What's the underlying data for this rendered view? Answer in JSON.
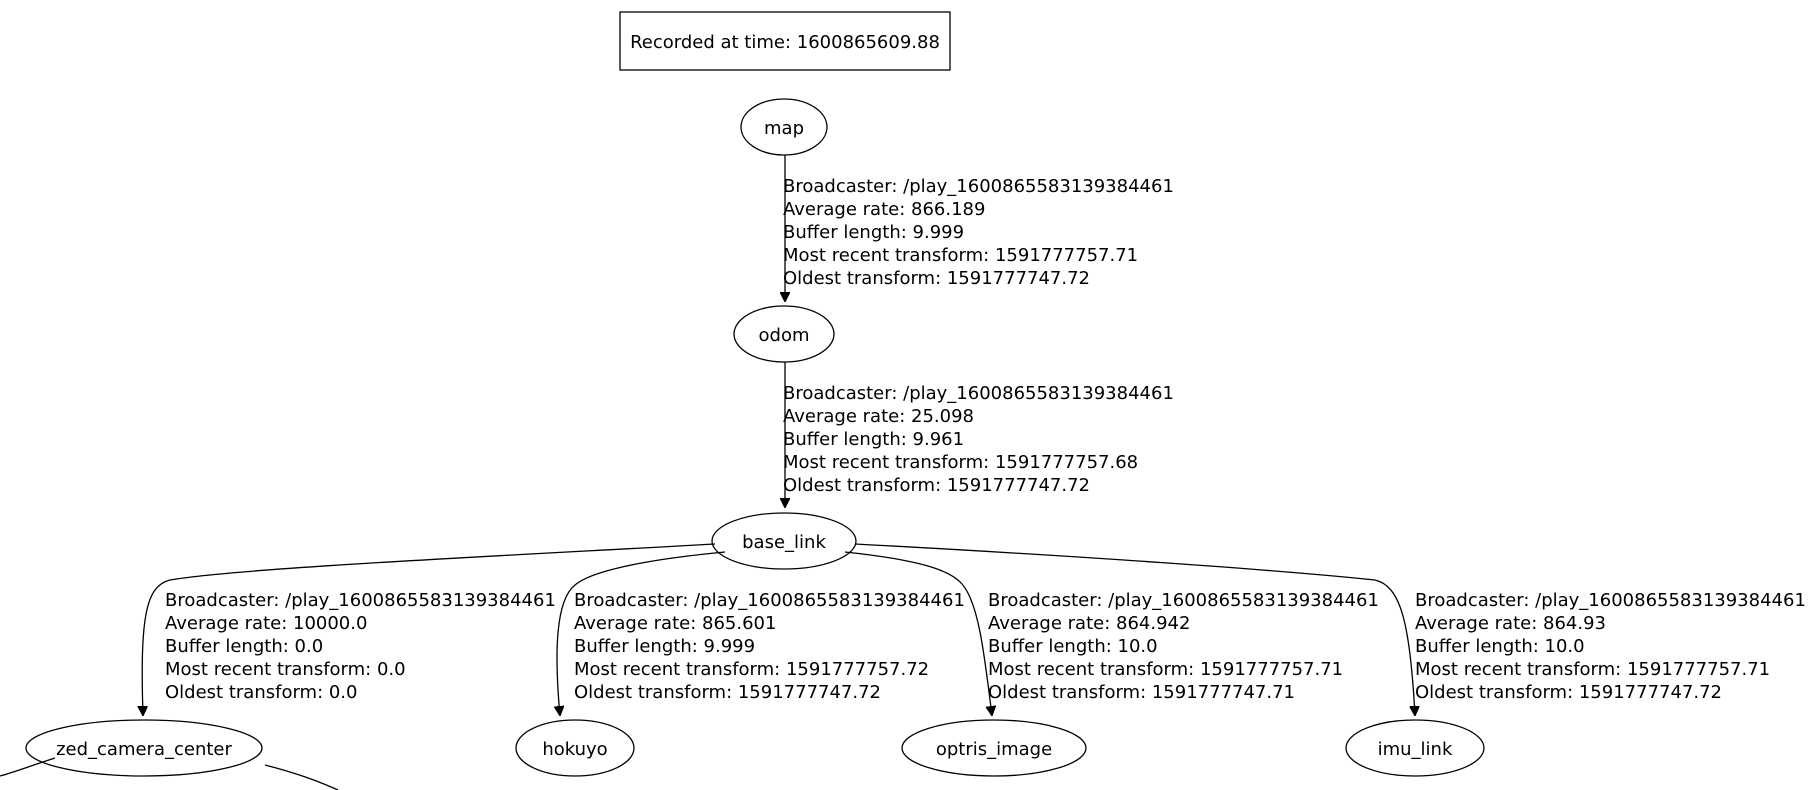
{
  "recorded_label": "Recorded at time: 1600865609.88",
  "nodes": {
    "map": "map",
    "odom": "odom",
    "base_link": "base_link",
    "zed_camera_center": "zed_camera_center",
    "hokuyo": "hokuyo",
    "optris_image": "optris_image",
    "imu_link": "imu_link"
  },
  "edges": [
    {
      "from": "map",
      "to": "odom",
      "broadcaster": "Broadcaster: /play_1600865583139384461",
      "average_rate": "Average rate: 866.189",
      "buffer_length": "Buffer length: 9.999",
      "most_recent": "Most recent transform: 1591777757.71",
      "oldest": "Oldest transform: 1591777747.72"
    },
    {
      "from": "odom",
      "to": "base_link",
      "broadcaster": "Broadcaster: /play_1600865583139384461",
      "average_rate": "Average rate: 25.098",
      "buffer_length": "Buffer length: 9.961",
      "most_recent": "Most recent transform: 1591777757.68",
      "oldest": "Oldest transform: 1591777747.72"
    },
    {
      "from": "base_link",
      "to": "zed_camera_center",
      "broadcaster": "Broadcaster: /play_1600865583139384461",
      "average_rate": "Average rate: 10000.0",
      "buffer_length": "Buffer length: 0.0",
      "most_recent": "Most recent transform: 0.0",
      "oldest": "Oldest transform: 0.0"
    },
    {
      "from": "base_link",
      "to": "hokuyo",
      "broadcaster": "Broadcaster: /play_1600865583139384461",
      "average_rate": "Average rate: 865.601",
      "buffer_length": "Buffer length: 9.999",
      "most_recent": "Most recent transform: 1591777757.72",
      "oldest": "Oldest transform: 1591777747.72"
    },
    {
      "from": "base_link",
      "to": "optris_image",
      "broadcaster": "Broadcaster: /play_1600865583139384461",
      "average_rate": "Average rate: 864.942",
      "buffer_length": "Buffer length: 10.0",
      "most_recent": "Most recent transform: 1591777757.71",
      "oldest": "Oldest transform: 1591777747.71"
    },
    {
      "from": "base_link",
      "to": "imu_link",
      "broadcaster": "Broadcaster: /play_1600865583139384461",
      "average_rate": "Average rate: 864.93",
      "buffer_length": "Buffer length: 10.0",
      "most_recent": "Most recent transform: 1591777757.71",
      "oldest": "Oldest transform: 1591777747.72"
    }
  ]
}
